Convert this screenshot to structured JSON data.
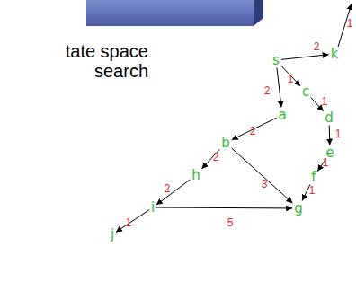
{
  "diagram": {
    "title": "tate space search",
    "nodes": [
      {
        "text": [
          "s"
        ]
      },
      {
        "text": [
          "k"
        ]
      },
      {
        "text": [
          "c"
        ]
      },
      {
        "text": [
          "a"
        ]
      },
      {
        "text": [
          "d"
        ]
      },
      {
        "text": [
          "b"
        ]
      },
      {
        "text": [
          "e"
        ]
      },
      {
        "text": [
          "h"
        ]
      },
      {
        "text": [
          "f"
        ]
      },
      {
        "text": [
          "g"
        ]
      },
      {
        "text": [
          "i"
        ]
      },
      {
        "text": [
          "j"
        ]
      }
    ],
    "edges": [
      {
        "from": 0,
        "to": 1,
        "label": "2",
        "arrow": "to"
      },
      {
        "from": 0,
        "to": 2,
        "label": "1",
        "arrow": "to"
      },
      {
        "from": 2,
        "to": 4,
        "label": "1",
        "arrow": "to"
      },
      {
        "from": 4,
        "to": 6,
        "label": "1",
        "arrow": "to"
      },
      {
        "from": 6,
        "to": 8,
        "label": "1",
        "arrow": "to"
      },
      {
        "from": 8,
        "to": 9,
        "label": "1",
        "arrow": "to"
      },
      {
        "from": 0,
        "to": 3,
        "label": "2",
        "arrow": "to"
      },
      {
        "from": 3,
        "to": 5,
        "label": "2",
        "arrow": "to"
      },
      {
        "from": 5,
        "to": 7,
        "label": "2",
        "arrow": "to"
      },
      {
        "from": 5,
        "to": 9,
        "label": "3",
        "arrow": "to"
      },
      {
        "from": 7,
        "to": 10,
        "label": "2",
        "arrow": "to"
      },
      {
        "from": 10,
        "to": 9,
        "label": "5",
        "arrow": "to"
      },
      {
        "from": 10,
        "to": 11,
        "label": "1",
        "arrow": "to"
      }
    ],
    "labels": [
      "1"
    ]
  }
}
